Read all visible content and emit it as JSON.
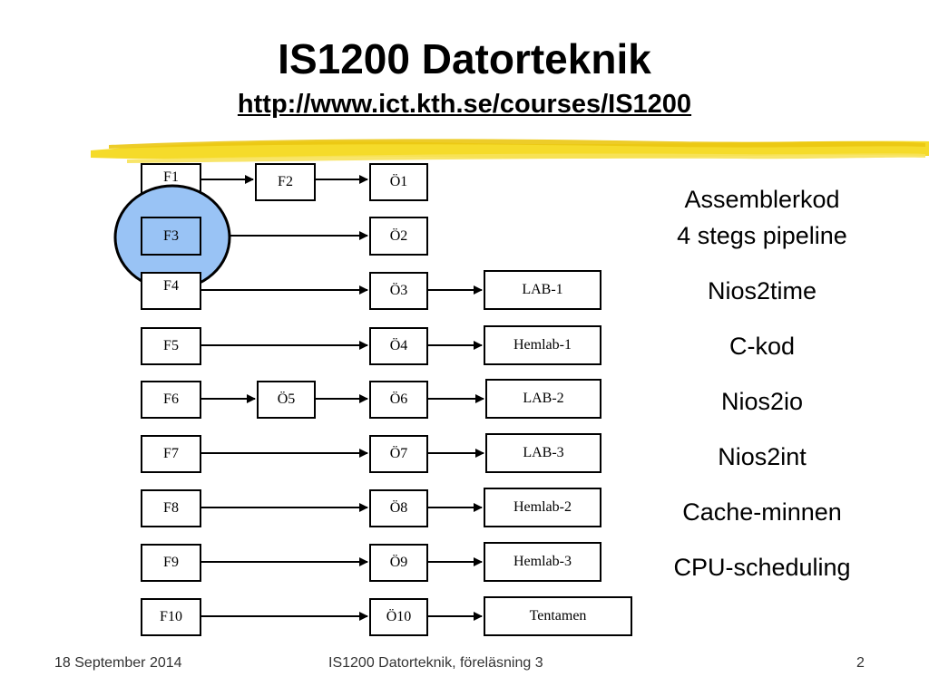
{
  "header": {
    "title": "IS1200 Datorteknik",
    "url": "http://www.ict.kth.se/courses/IS1200"
  },
  "lectures": [
    "F1",
    "F2",
    "F3",
    "F4",
    "F5",
    "F6",
    "F7",
    "F8",
    "F9",
    "F10"
  ],
  "exercises": [
    "Ö1",
    "Ö2",
    "Ö3",
    "Ö4",
    "Ö5",
    "Ö6",
    "Ö7",
    "Ö8",
    "Ö9",
    "Ö10"
  ],
  "labs": [
    "LAB-1",
    "Hemlab-1",
    "LAB-2",
    "LAB-3",
    "Hemlab-2",
    "Hemlab-3",
    "Tentamen"
  ],
  "topics": [
    "Assemblerkod",
    "4 stegs pipeline",
    "Nios2time",
    "C-kod",
    "Nios2io",
    "Nios2int",
    "Cache-minnen",
    "CPU-scheduling"
  ],
  "footer": {
    "date": "18 September 2014",
    "course": "IS1200 Datorteknik, föreläsning 3",
    "page": "2"
  },
  "colors": {
    "highlight_fill": "#99c3f5",
    "highlight_stroke": "#000000",
    "title_stroke": "#f4d91f"
  }
}
